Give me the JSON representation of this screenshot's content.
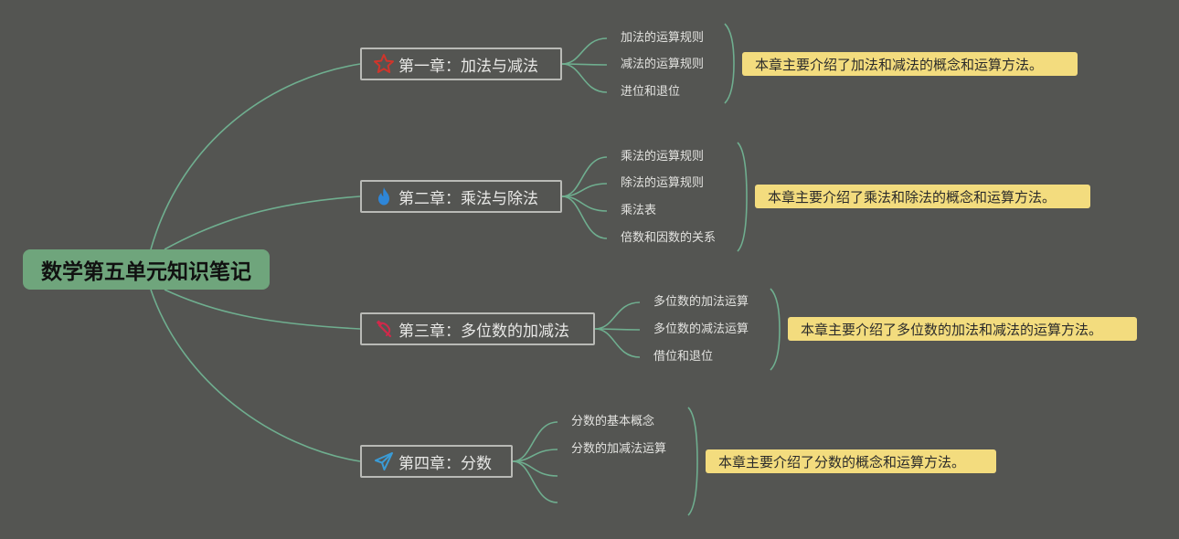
{
  "root": {
    "title": "数学第五单元知识笔记"
  },
  "chapters": [
    {
      "title": "第一章：加法与减法",
      "icon": "star-icon",
      "icon_color": "#d0352b",
      "topics": [
        "加法的运算规则",
        "减法的运算规则",
        "进位和退位"
      ],
      "summary": "本章主要介绍了加法和减法的概念和运算方法。"
    },
    {
      "title": "第二章：乘法与除法",
      "icon": "flame-icon",
      "icon_color": "#2e86d8",
      "topics": [
        "乘法的运算规则",
        "除法的运算规则",
        "乘法表",
        "倍数和因数的关系"
      ],
      "summary": "本章主要介绍了乘法和除法的概念和运算方法。"
    },
    {
      "title": "第三章：多位数的加减法",
      "icon": "hammer-sickle-icon",
      "icon_color": "#d0294a",
      "topics": [
        "多位数的加法运算",
        "多位数的减法运算",
        "借位和退位"
      ],
      "summary": "本章主要介绍了多位数的加法和减法的运算方法。"
    },
    {
      "title": "第四章：分数",
      "icon": "paper-plane-icon",
      "icon_color": "#3a9bd6",
      "topics": [
        "分数的基本概念",
        "分数的加减法运算",
        ""
      ],
      "summary": "本章主要介绍了分数的概念和运算方法。"
    }
  ],
  "colors": {
    "background": "#545552",
    "connector": "#6fae8f",
    "root_fill": "#6fa57c",
    "summary_fill": "#f3dc7e",
    "node_border": "#b9bab6"
  }
}
